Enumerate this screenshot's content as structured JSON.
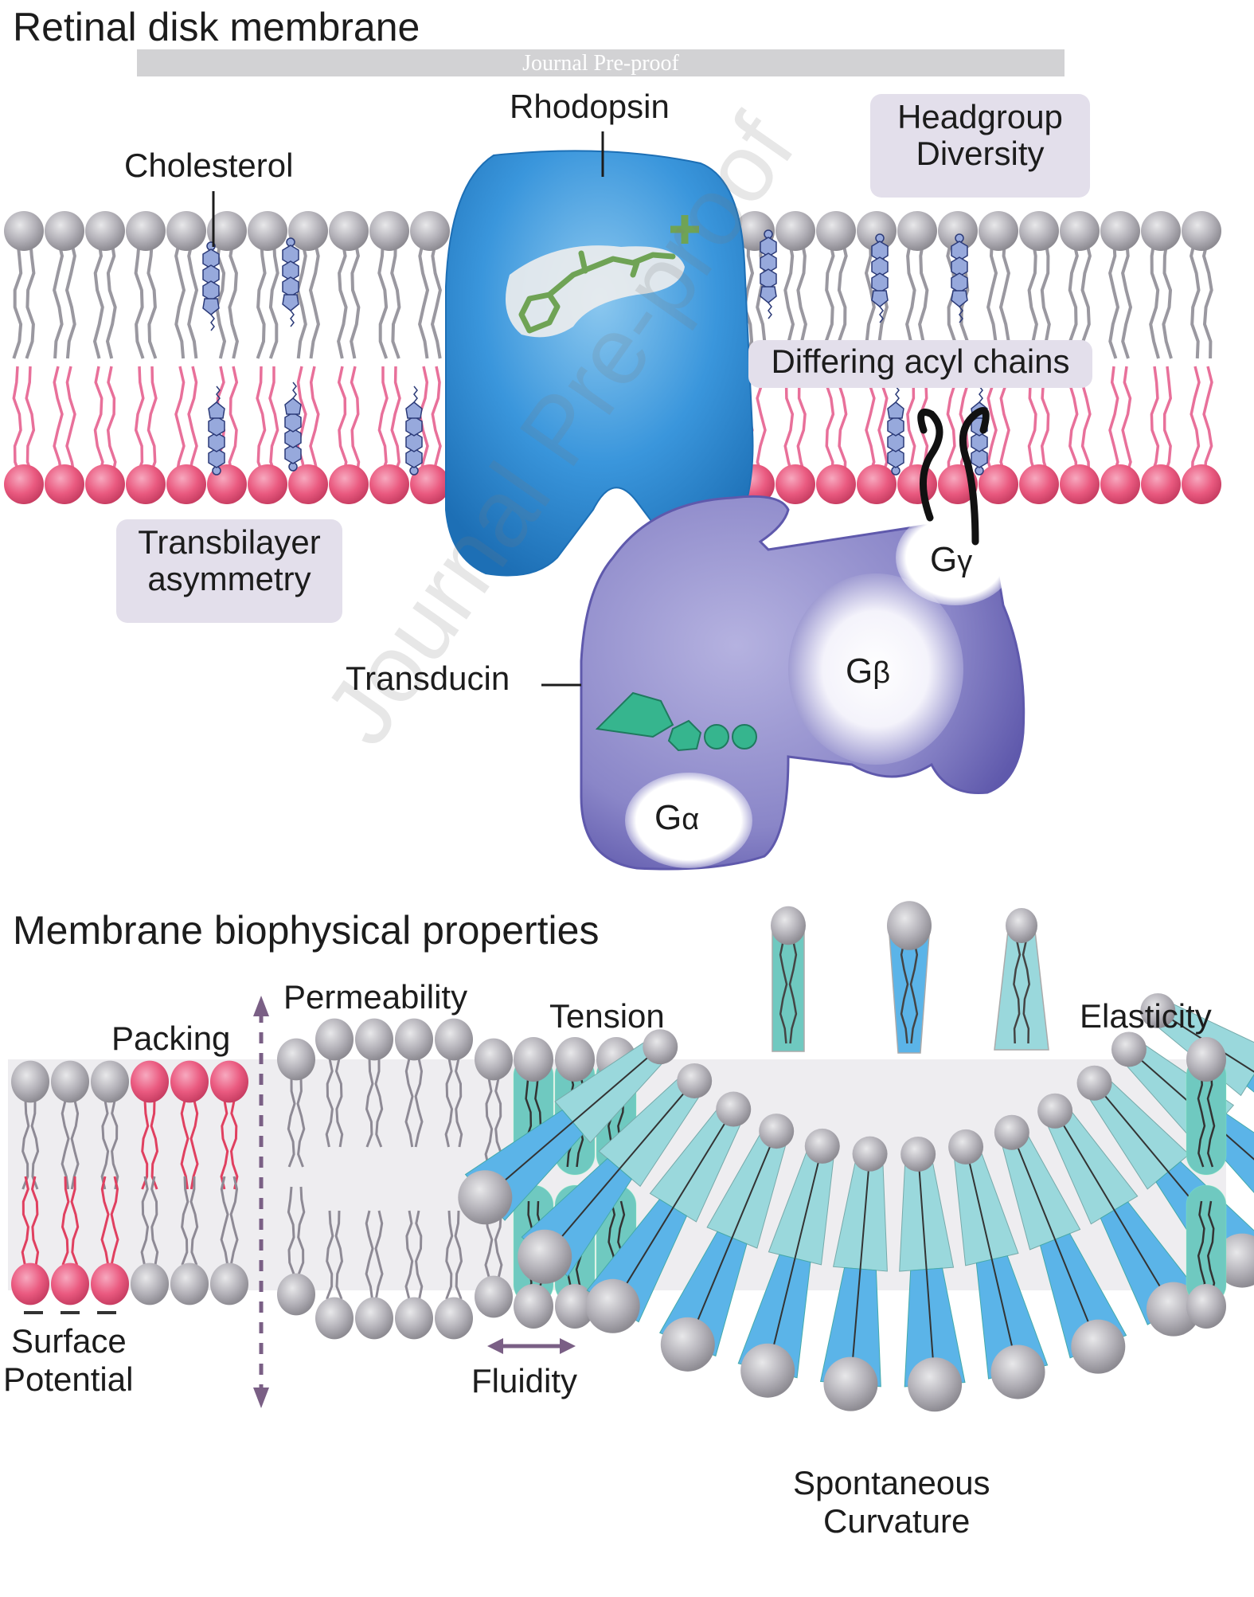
{
  "watermark": {
    "bar_text": "Journal Pre-proof",
    "diagonal_text": "Journal Pre-proof"
  },
  "top_panel": {
    "title": "Retinal disk membrane",
    "labels": {
      "rhodopsin": "Rhodopsin",
      "cholesterol": "Cholesterol",
      "headgroup_diversity": "Headgroup\nDiversity",
      "headgroup_line1": "Headgroup",
      "headgroup_line2": "Diversity",
      "differing_acyl_chains": "Differing acyl chains",
      "transbilayer_line1": "Transbilayer",
      "transbilayer_line2": "asymmetry",
      "transducin": "Transducin",
      "g_alpha": "G",
      "g_alpha_sub": "α",
      "g_beta": "G",
      "g_beta_sub": "β",
      "g_gamma": "G",
      "g_gamma_sub": "γ",
      "charge_symbol": "+"
    },
    "colors": {
      "outer_leaflet_head": "#b3b1b8",
      "outer_leaflet_tail": "#9a98a0",
      "inner_leaflet_head": "#ea5a80",
      "inner_leaflet_tail": "#e8709a",
      "rhodopsin": "#2f8fd6",
      "retinal": "#6fa355",
      "transducin": "#8a86c8",
      "cholesterol": "#97a9dc",
      "gtp": "#36b58e",
      "tag_bg": "#e3dfeb"
    }
  },
  "bottom_panel": {
    "title": "Membrane biophysical properties",
    "labels": {
      "packing": "Packing",
      "permeability": "Permeability",
      "tension": "Tension",
      "elasticity": "Elasticity",
      "surface_line1": "Surface",
      "surface_line2": "Potential",
      "fluidity": "Fluidity",
      "curvature_line1": "Spontaneous",
      "curvature_line2": "Curvature",
      "charge_marks": "– – –"
    },
    "lipid_shapes": [
      "cylinder",
      "inverted-cone",
      "cone"
    ],
    "colors": {
      "grey_head": "#bdbdbd",
      "pink_head": "#e84d72",
      "teal": "#6fc9c0",
      "blue": "#5bb4e8",
      "light_teal": "#9ad8dc",
      "arrow": "#7a5f85"
    }
  }
}
